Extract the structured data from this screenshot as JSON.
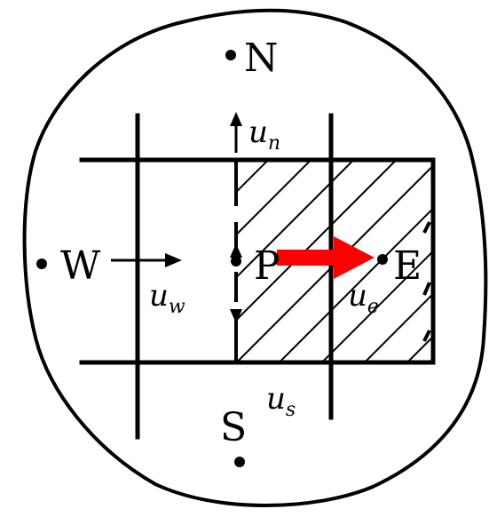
{
  "nodes": {
    "north": "N",
    "west": "W",
    "center": "P",
    "east": "E",
    "south": "S"
  },
  "velocities": {
    "north": {
      "base": "u",
      "sub": "n"
    },
    "west": {
      "base": "u",
      "sub": "w"
    },
    "east": {
      "base": "u",
      "sub": "e"
    },
    "south": {
      "base": "u",
      "sub": "s"
    }
  },
  "colors": {
    "ink": "#000000",
    "highlight_arrow": "#ff0000",
    "background": "#ffffff"
  }
}
